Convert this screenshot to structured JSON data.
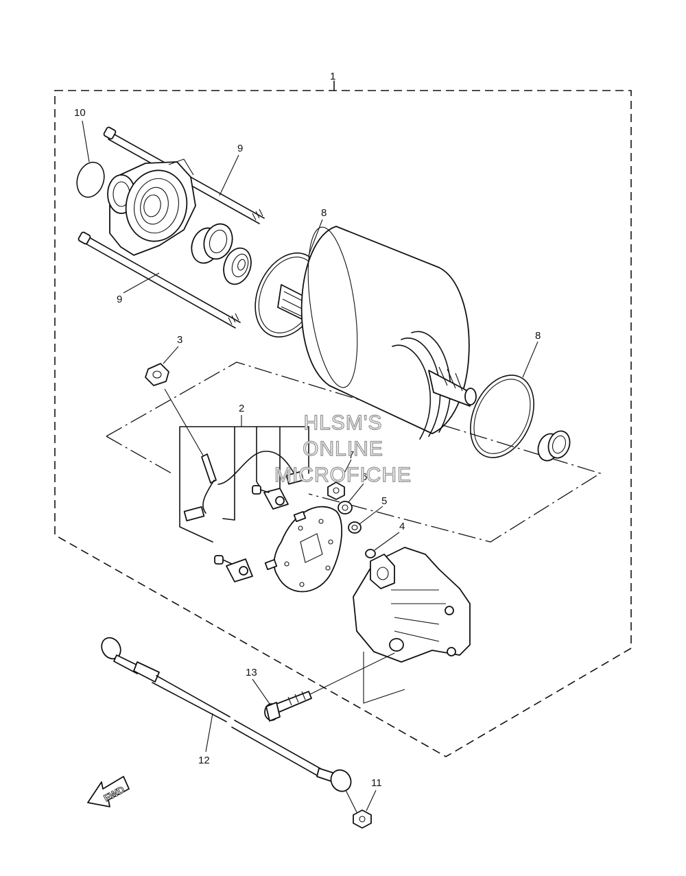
{
  "diagram": {
    "callouts": [
      "1",
      "2",
      "3",
      "4",
      "5",
      "6",
      "7",
      "8",
      "8",
      "9",
      "9",
      "10",
      "11",
      "12",
      "13"
    ],
    "watermark": [
      "HLSM'S",
      "ONLINE",
      "MICROFICHE"
    ],
    "fwd_label": "FWD"
  }
}
